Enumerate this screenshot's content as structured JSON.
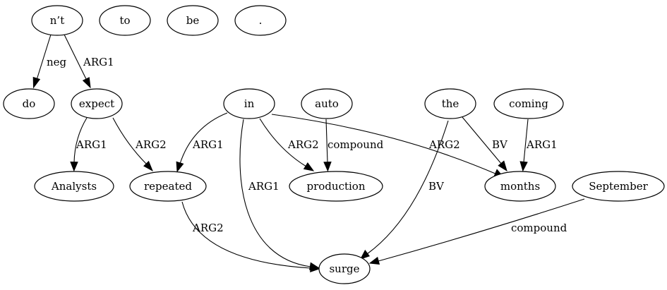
{
  "nodes": {
    "nt": "n’t",
    "to": "to",
    "be": "be",
    "dot": ".",
    "do": "do",
    "expect": "expect",
    "in": "in",
    "auto": "auto",
    "the": "the",
    "coming": "coming",
    "analysts": "Analysts",
    "repeated": "repeated",
    "production": "production",
    "months": "months",
    "september": "September",
    "surge": "surge"
  },
  "edges": {
    "nt_do": "neg",
    "nt_expect": "ARG1",
    "expect_analysts": "ARG1",
    "expect_repeated": "ARG2",
    "in_repeated": "ARG1",
    "in_surge": "ARG1",
    "in_production": "ARG2",
    "in_months": "ARG2",
    "auto_production": "compound",
    "the_surge": "BV",
    "the_months": "BV",
    "coming_months": "ARG1",
    "repeated_surge": "ARG2",
    "september_surge": "compound"
  }
}
